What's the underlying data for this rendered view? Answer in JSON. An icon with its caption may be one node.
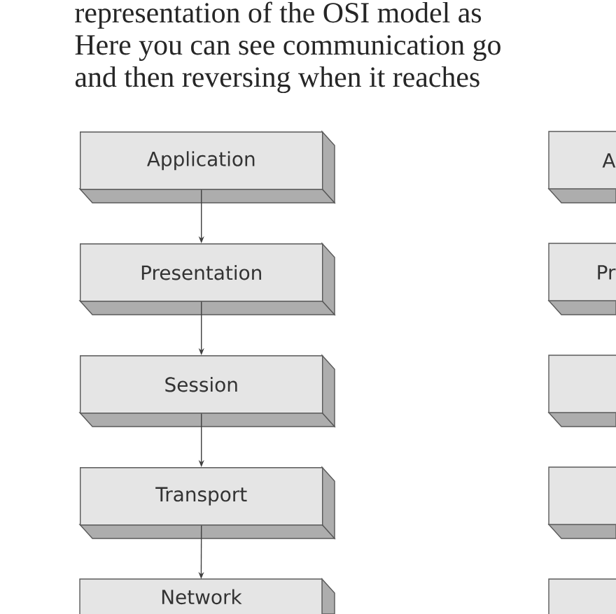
{
  "diagram": {
    "nodes": [
      {
        "text": [
          "Application"
        ]
      },
      {
        "text": [
          "Presentation"
        ]
      },
      {
        "text": [
          "Session"
        ]
      },
      {
        "text": [
          "Transport"
        ]
      },
      {
        "text": [
          "Network"
        ]
      },
      {
        "text": [
          "A"
        ]
      },
      {
        "text": [
          "Pr"
        ]
      },
      {
        "text": [],
        "shape": "box"
      },
      {
        "text": [],
        "shape": "box"
      },
      {
        "text": [],
        "shape": "box"
      }
    ],
    "edges": [
      {
        "from": 0,
        "to": 1,
        "arrow": "to"
      },
      {
        "from": 1,
        "to": 2,
        "arrow": "to"
      },
      {
        "from": 2,
        "to": 3,
        "arrow": "to"
      },
      {
        "from": 3,
        "to": 4,
        "arrow": "to"
      }
    ],
    "labels": [
      "representation of the OSI model as",
      "Here you can see communication go",
      "and then reversing when it reaches"
    ]
  }
}
